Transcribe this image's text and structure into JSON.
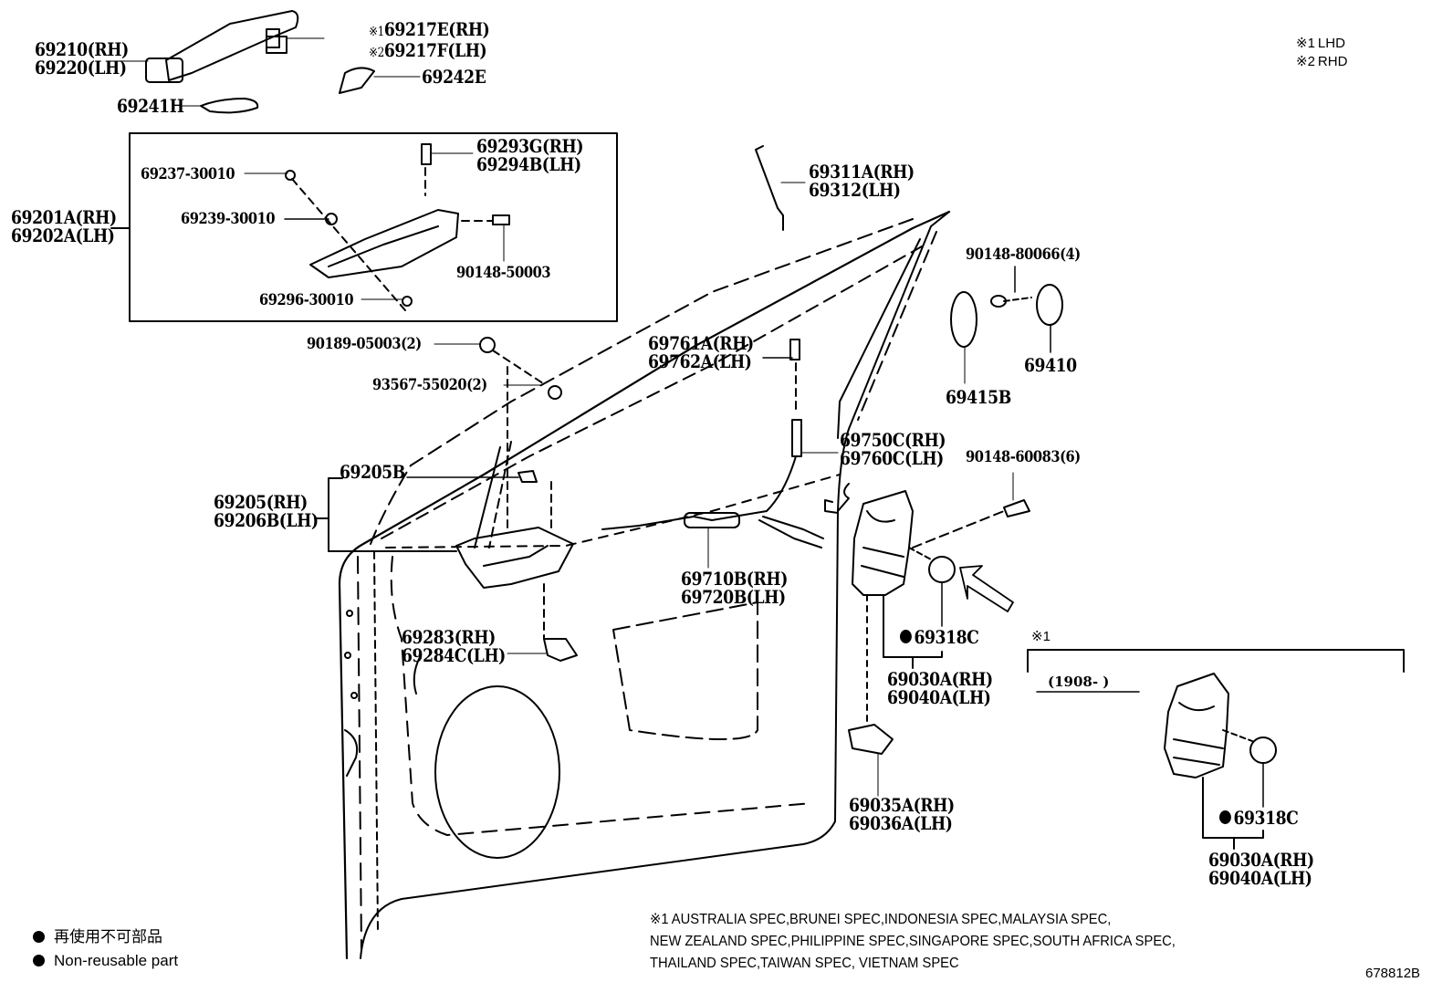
{
  "diagram": {
    "title_code": "678812B",
    "region_notes": [
      {
        "mark": "※1",
        "text": "LHD"
      },
      {
        "mark": "※2",
        "text": "RHD"
      }
    ],
    "parts": {
      "outer_handle": [
        "69210(RH)",
        "69220(LH)"
      ],
      "handle_cap_1": "69217E(RH)",
      "handle_cap_2": "69217F(LH)",
      "handle_cap_mark1": "※1",
      "handle_cap_mark2": "※2",
      "pad": "69242E",
      "handle_cover": "69241H",
      "frame_assy": [
        "69201A(RH)",
        "69202A(LH)"
      ],
      "frame_screw_a": "69237-30010",
      "frame_plug": "69239-30010",
      "frame_bolt": "69296-30010",
      "frame_lever": [
        "69293G(RH)",
        "69294B(LH)"
      ],
      "frame_screw_b": "90148-50003",
      "clip": "90189-05003(2)",
      "screw_inner": "93567-55020(2)",
      "rod": [
        "69311A(RH)",
        "69312(LH)"
      ],
      "striker_screw": "90148-80066(4)",
      "striker_plate": "69415B",
      "striker": "69410",
      "lock_knob": [
        "69761A(RH)",
        "69762A(LH)"
      ],
      "lock_cable": [
        "69750C(RH)",
        "69760C(LH)"
      ],
      "lock_screw": "90148-60083(6)",
      "bezel": "69205B",
      "inner_handle": [
        "69205(RH)",
        "69206B(LH)"
      ],
      "open_cable": [
        "69710B(RH)",
        "69720B(LH)"
      ],
      "handle_cover_inner": [
        "69283(RH)",
        "69284C(LH)"
      ],
      "seal": "69318C",
      "lock_assy": [
        "69030A(RH)",
        "69040A(LH)"
      ],
      "lock_cover": [
        "69035A(RH)",
        "69036A(LH)"
      ],
      "variant_mark": "※1",
      "variant_date": "(1908-        )",
      "variant_seal": "69318C",
      "variant_lock_assy": [
        "69030A(RH)",
        "69040A(LH)"
      ]
    },
    "legend": {
      "jp": "再使用不可部品",
      "en": "Non-reusable part"
    },
    "footnote": [
      "※1 AUSTRALIA SPEC,BRUNEI SPEC,INDONESIA SPEC,MALAYSIA SPEC,",
      "NEW ZEALAND SPEC,PHILIPPINE SPEC,SINGAPORE SPEC,SOUTH AFRICA SPEC,",
      "THAILAND SPEC,TAIWAN SPEC, VIETNAM SPEC"
    ]
  }
}
